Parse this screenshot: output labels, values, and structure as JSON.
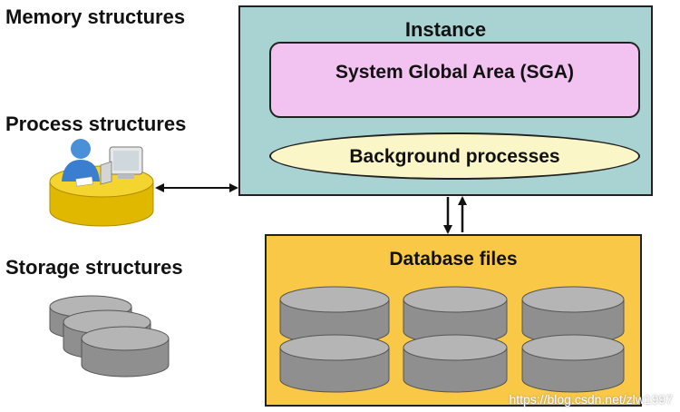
{
  "labels": {
    "memory": "Memory structures",
    "process": "Process structures",
    "storage": "Storage structures"
  },
  "instance": {
    "title": "Instance",
    "sga": "System Global Area (SGA)",
    "background": "Background processes"
  },
  "database_files": {
    "title": "Database files"
  },
  "watermark": "https://blog.csdn.net/zlw1997",
  "colors": {
    "instance_bg": "#a8d3d2",
    "sga_bg": "#f2c2f0",
    "background_proc_bg": "#fbf6c8",
    "dbfiles_bg": "#f8c846",
    "disk_gray": "#9e9e9e"
  }
}
